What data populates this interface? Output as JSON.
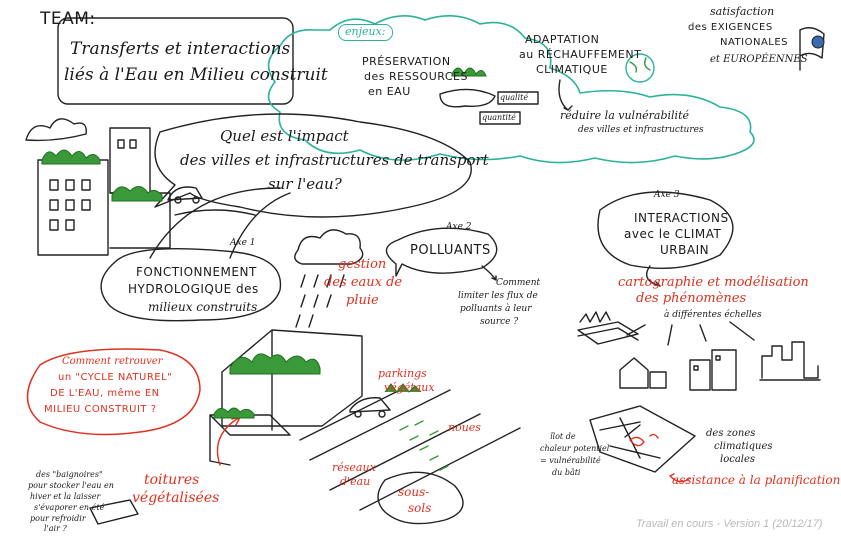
{
  "header": {
    "team_label": "TEAM:",
    "title_line1": "Transferts et interactions",
    "title_line2": "liés à l'Eau en Milieu construit"
  },
  "enjeux": {
    "tag": "enjeux:",
    "preservation": [
      "PRÉSERVATION",
      "des RESSOURCES",
      "en EAU"
    ],
    "qualite": "qualité",
    "quantite": "quantité",
    "adaptation": [
      "ADAPTATION",
      "au RÉCHAUFFEMENT",
      "CLIMATIQUE"
    ],
    "reduire": [
      "réduire la vulnérabilité",
      "des villes et infrastructures"
    ],
    "satisfaction": [
      "satisfaction",
      "des EXIGENCES",
      "NATIONALES",
      "et EUROPÉENNES"
    ]
  },
  "question": [
    "Quel est l'impact",
    "des villes et infrastructures de transport",
    "sur l'eau?"
  ],
  "axe1": {
    "label": "Axe 1",
    "title": [
      "FONCTIONNEMENT",
      "HYDROLOGIQUE des",
      "milieux construits"
    ],
    "gestion": [
      "gestion",
      "des eaux de",
      "pluie"
    ]
  },
  "axe2": {
    "label": "Axe 2",
    "title": "POLLUANTS",
    "note": [
      "Comment",
      "limiter les flux de",
      "polluants à leur",
      "source ?"
    ]
  },
  "axe3": {
    "label": "Axe 3",
    "title": [
      "INTERACTIONS",
      "avec le CLIMAT",
      "URBAIN"
    ],
    "carto": [
      "cartographie et modélisation",
      "des phénomènes"
    ],
    "echelles": "à différentes échelles",
    "ilot": [
      "îlot de",
      "chaleur potentiel",
      "= vulnérabilité",
      "du bâti"
    ],
    "zones": [
      "des zones",
      "climatiques",
      "locales"
    ],
    "assistance": "assistance à la planification"
  },
  "cycle": [
    "Comment retrouver",
    "un \"CYCLE NATUREL\"",
    "DE L'EAU, même EN",
    "MILIEU CONSTRUIT ?"
  ],
  "annotations": {
    "parkings": [
      "parkings",
      "végétaux"
    ],
    "noues": "noues",
    "reseaux": [
      "réseaux",
      "d'eau"
    ],
    "sous_sols": [
      "sous-",
      "sols"
    ],
    "toitures": [
      "toitures",
      "végétalisées"
    ],
    "baignoires": [
      "des \"baignoires\"",
      "pour stocker l'eau en",
      "hiver et la laisser",
      "s'évaporer en été",
      "pour refroidir",
      "l'air ?"
    ]
  },
  "footer": "Travail en cours - Version 1 (20/12/17)",
  "colors": {
    "ink": "#1a1a1a",
    "accent_red": "#e0301e",
    "cloud_teal": "#2bb39a",
    "plant_green": "#3a9a3a",
    "footer_gray": "#b9b9b9"
  }
}
